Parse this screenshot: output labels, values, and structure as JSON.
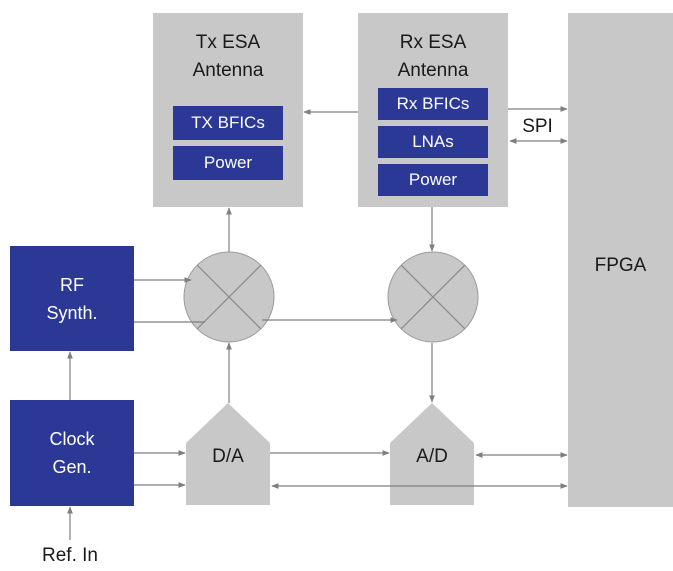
{
  "colors": {
    "block_gray": "#c8c8c8",
    "block_navy": "#2b3896",
    "line": "#7f7f7f",
    "mixer_stroke": "#9a9a9a"
  },
  "tx_antenna": {
    "title_line1": "Tx ESA",
    "title_line2": "Antenna",
    "sub1": "TX BFICs",
    "sub2": "Power"
  },
  "rx_antenna": {
    "title_line1": "Rx ESA",
    "title_line2": "Antenna",
    "sub1": "Rx BFICs",
    "sub2": "LNAs",
    "sub3": "Power"
  },
  "fpga": {
    "label": "FPGA"
  },
  "spi": {
    "label": "SPI"
  },
  "rf_synth": {
    "line1": "RF",
    "line2": "Synth."
  },
  "clock_gen": {
    "line1": "Clock",
    "line2": "Gen."
  },
  "dac": {
    "label": "D/A"
  },
  "adc": {
    "label": "A/D"
  },
  "ref_in": {
    "label": "Ref. In"
  }
}
